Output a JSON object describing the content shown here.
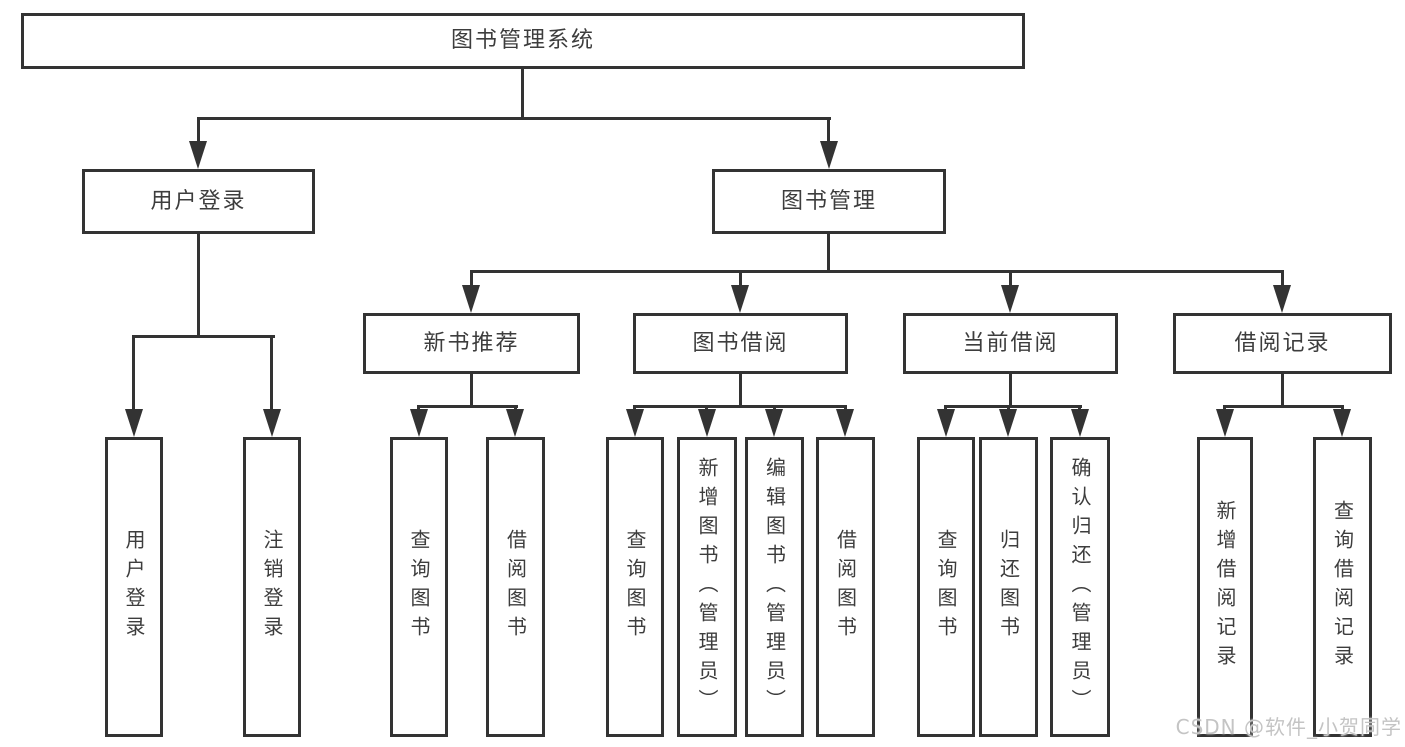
{
  "colors": {
    "background": "#ffffff",
    "line": "#333333",
    "box_border": "#333333",
    "text": "#3d3d3d",
    "watermark_text": "#c4c4c4"
  },
  "diagram": {
    "root": {
      "label": "图书管理系统"
    },
    "branches": [
      {
        "label": "用户登录",
        "leaves": [
          {
            "label": "用户登录"
          },
          {
            "label": "注销登录"
          }
        ]
      },
      {
        "label": "图书管理",
        "sections": [
          {
            "label": "新书推荐",
            "leaves": [
              {
                "label": "查询图书"
              },
              {
                "label": "借阅图书"
              }
            ]
          },
          {
            "label": "图书借阅",
            "leaves": [
              {
                "label": "查询图书"
              },
              {
                "label": "新增图书（管理员）"
              },
              {
                "label": "编辑图书（管理员）"
              },
              {
                "label": "借阅图书"
              }
            ]
          },
          {
            "label": "当前借阅",
            "leaves": [
              {
                "label": "查询图书"
              },
              {
                "label": "归还图书"
              },
              {
                "label": "确认归还（管理员）"
              }
            ]
          },
          {
            "label": "借阅记录",
            "leaves": [
              {
                "label": "新增借阅记录"
              },
              {
                "label": "查询借阅记录"
              }
            ]
          }
        ]
      }
    ]
  },
  "watermark": {
    "text": "CSDN @软件_小贺同学"
  }
}
